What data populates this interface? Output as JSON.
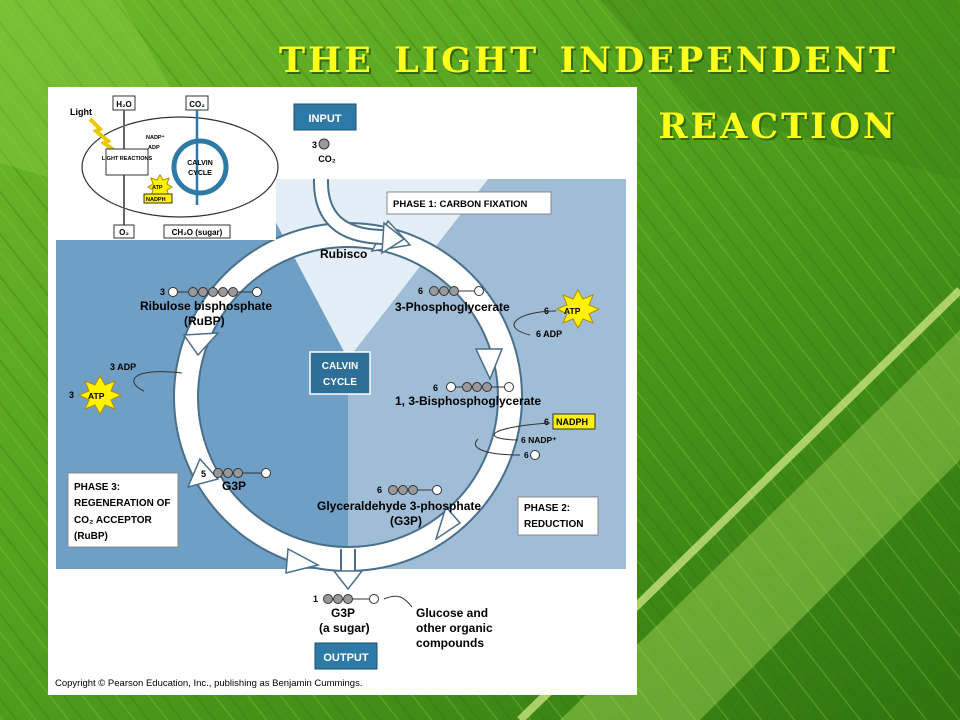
{
  "title": {
    "line1": "The Light Independent",
    "line2": "Reaction"
  },
  "inset": {
    "light": "Light",
    "water": "H₂O",
    "co2": "CO₂",
    "nadp": "NADP⁺",
    "adp": "ADP",
    "light_reactions": "LIGHT REACTIONS",
    "atp": "ATP",
    "nadph": "NADPH",
    "calvin": "CALVIN",
    "cycle": "CYCLE",
    "oxygen": "O₂",
    "sugar": "CH₂O (sugar)"
  },
  "diagram": {
    "input_label": "INPUT",
    "input_count": "3",
    "input_molecule": "CO₂",
    "phase1": "PHASE 1: CARBON FIXATION",
    "rubisco": "Rubisco",
    "pga_count": "6",
    "pga": "3-Phosphoglycerate",
    "atp_count": "6",
    "atp": "ATP",
    "adp_out": "6 ADP",
    "center_line1": "CALVIN",
    "center_line2": "CYCLE",
    "bpg_count": "6",
    "bpg": "1, 3-Bisphosphoglycerate",
    "nadph_count": "6",
    "nadph": "NADPH",
    "nadp_out": "6 NADP⁺",
    "pi_out": "6",
    "g3p_count": "6",
    "g3p_line1": "Glyceraldehyde 3-phosphate",
    "g3p_line2": "(G3P)",
    "phase2_line1": "PHASE 2:",
    "phase2_line2": "REDUCTION",
    "g3p5_count": "5",
    "g3p5": "G3P",
    "phase3_line1": "PHASE 3:",
    "phase3_line2": "REGENERATION OF",
    "phase3_line3": "CO₂ ACCEPTOR",
    "phase3_line4": "(RuBP)",
    "adp3": "3 ADP",
    "atp3_count": "3",
    "atp3": "ATP",
    "rubp_count": "3",
    "rubp_line1": "Ribulose bisphosphate",
    "rubp_line2": "(RuBP)",
    "out_count": "1",
    "out_line1": "G3P",
    "out_line2": "(a sugar)",
    "output_label": "OUTPUT",
    "glucose_line1": "Glucose and",
    "glucose_line2": "other organic",
    "glucose_line3": "compounds",
    "phosphate_symbol": "P"
  },
  "copyright": "Copyright © Pearson Education, Inc., publishing as Benjamin Cummings."
}
